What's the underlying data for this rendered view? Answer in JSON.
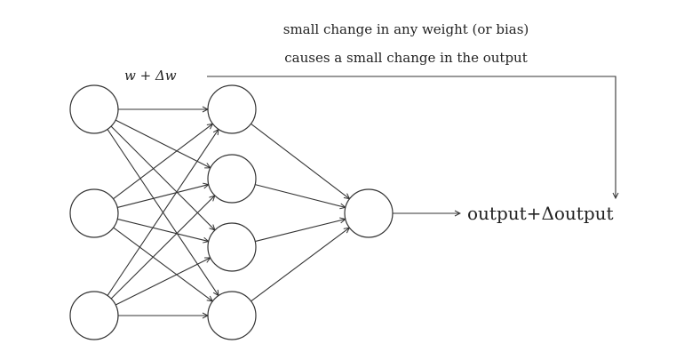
{
  "annotation": {
    "line1": "small change in any weight (or bias)",
    "line2": "causes a small change in the output",
    "weight_label": "w + Δw"
  },
  "output_label": "output+Δoutput",
  "network": {
    "layers": [
      3,
      4,
      1
    ]
  }
}
